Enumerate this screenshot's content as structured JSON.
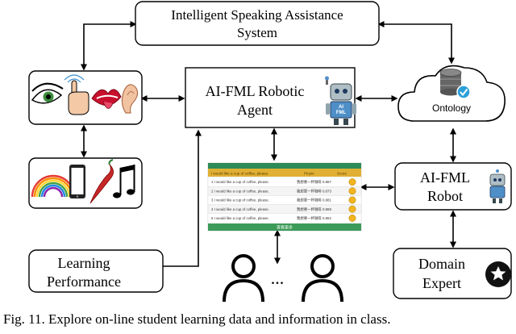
{
  "boxes": {
    "speaking_system": {
      "line1": "Intelligent Speaking Assistance",
      "line2": "System"
    },
    "robotic_agent": {
      "line1": "AI-FML Robotic",
      "line2": "Agent"
    },
    "ai_fml_robot": {
      "line1": "AI-FML",
      "line2": "Robot"
    },
    "learning_performance": {
      "line1": "Learning",
      "line2": "Performance"
    },
    "domain_expert": {
      "line1": "Domain",
      "line2": "Expert"
    }
  },
  "ontology_label": "Ontology",
  "robot_badge": {
    "line1": "AI",
    "line2": "FML"
  },
  "ellipsis": "...",
  "table": {
    "header_left": "I would like a cup of coffee, please.",
    "header_mid": "Pinyin",
    "header_right": "Score",
    "rows": [
      {
        "en": "1  I would like a cup of coffee, please.",
        "zh": "我想要一杯咖啡 0.887"
      },
      {
        "en": "2  I would like a cup of coffee, please.",
        "zh": "我想要一杯咖啡 0.873"
      },
      {
        "en": "3  I would like a cup of coffee, please.",
        "zh": "我想要一杯咖啡 0.881"
      },
      {
        "en": "4  I would like a cup of coffee, please.",
        "zh": "我想要一杯咖啡 0.869"
      },
      {
        "en": "5  I would like a cup of coffee, please.",
        "zh": "我想要一杯咖啡 0.862"
      }
    ],
    "footer": "查看更多"
  },
  "caption": "Fig. 11. Explore on-line student learning data and information in class.",
  "colors": {
    "table_header": "#2e8b57",
    "table_band": "#e0b034",
    "table_footer": "#3d9b5a",
    "robot_blue": "#4f8fc8",
    "ontology_check": "#2aa0d8"
  }
}
